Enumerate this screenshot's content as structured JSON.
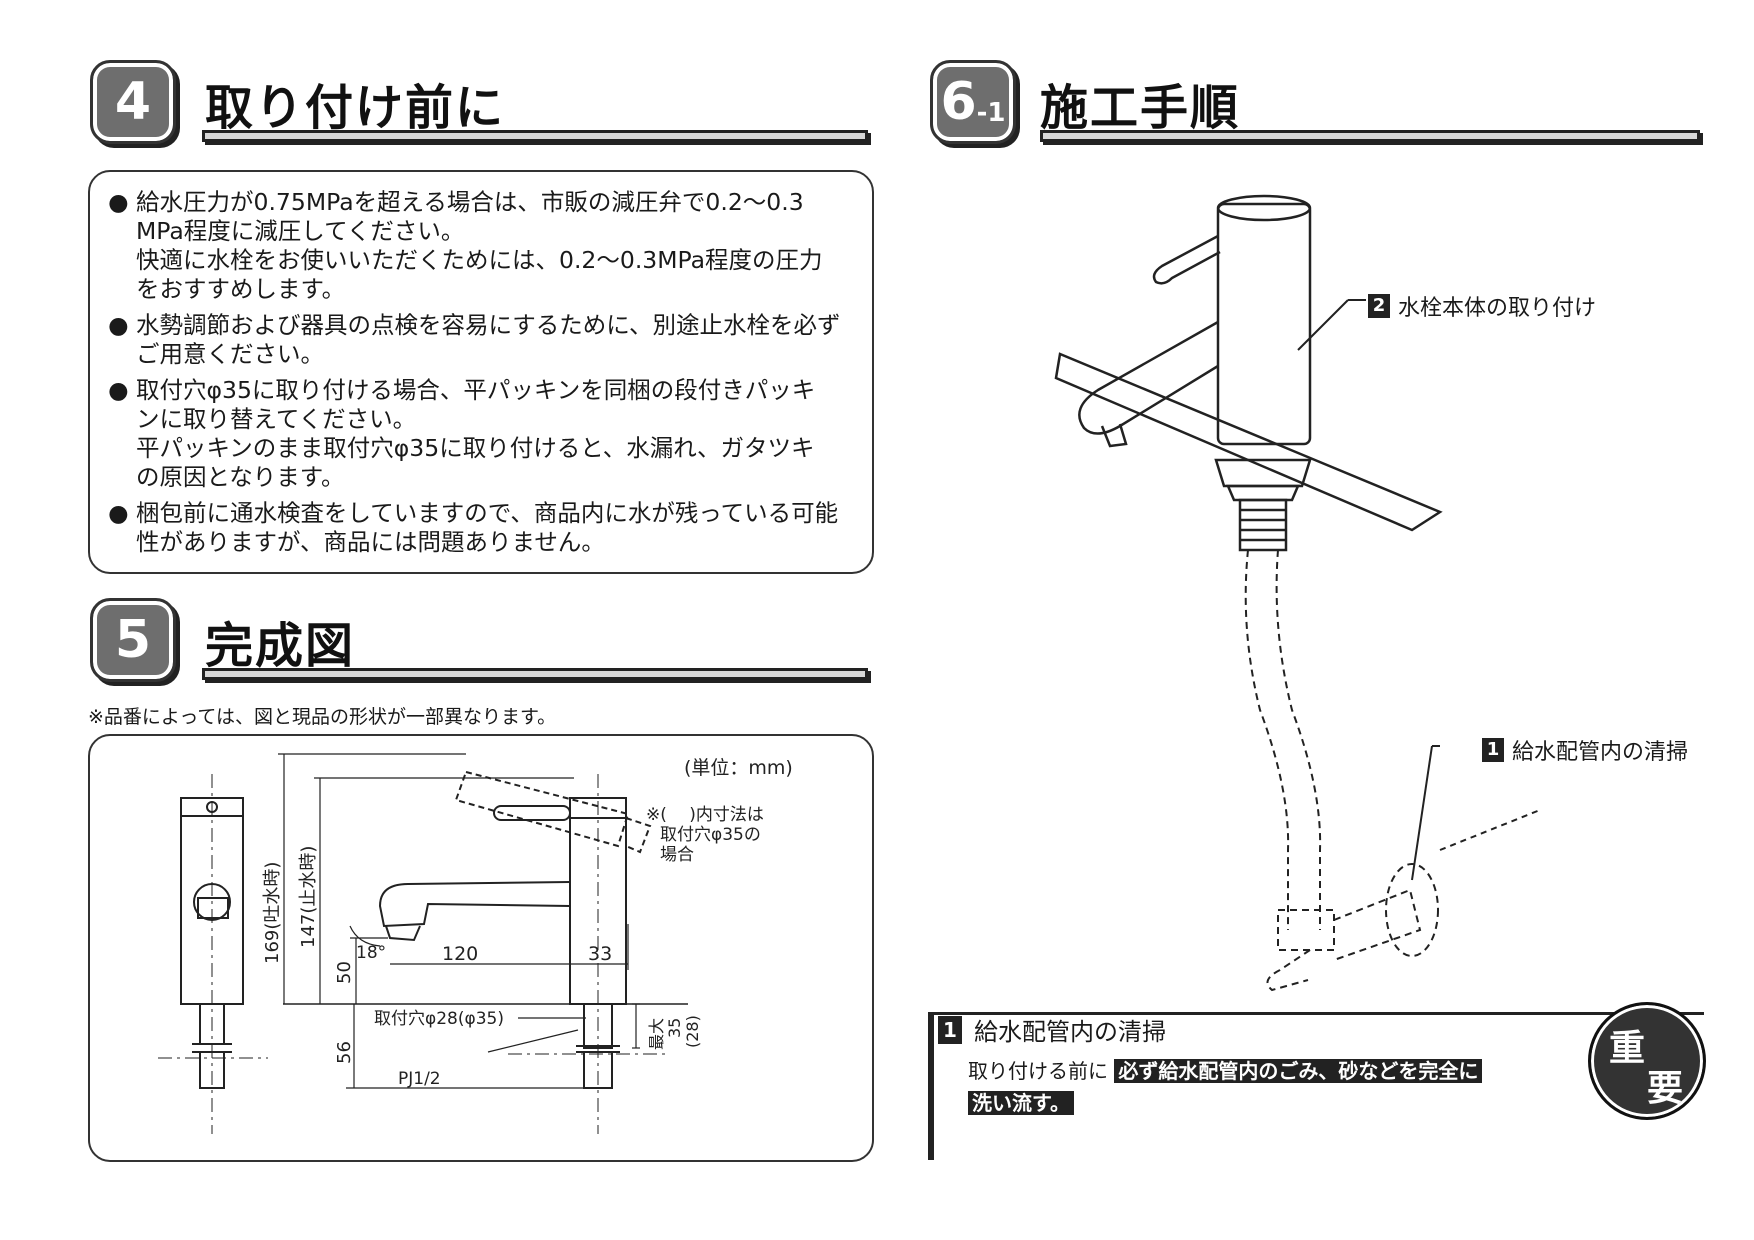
{
  "section4": {
    "number": "4",
    "title": "取り付け前に",
    "bullets": [
      {
        "lines": [
          "給水圧力が0.75MPaを超える場合は、市販の減圧弁で0.2〜0.3",
          "MPa程度に減圧してください。",
          "快適に水栓をお使いいただくためには、0.2〜0.3MPa程度の圧力",
          "をおすすめします。"
        ]
      },
      {
        "lines": [
          "水勢調節および器具の点検を容易にするために、別途止水栓を必ず",
          "ご用意ください。"
        ]
      },
      {
        "lines": [
          "取付穴φ35に取り付ける場合、平パッキンを同梱の段付きパッキ",
          "ンに取り替えてください。",
          "平パッキンのまま取付穴φ35に取り付けると、水漏れ、ガタツキ",
          "の原因となります。"
        ]
      },
      {
        "lines": [
          "梱包前に通水検査をしていますので、商品内に水が残っている可能",
          "性がありますが、商品には問題ありません。"
        ]
      }
    ],
    "bullet_mark": "●"
  },
  "section5": {
    "number": "5",
    "title": "完成図",
    "note": "※品番によっては、図と現品の形状が一部異なります。",
    "drawing": {
      "unit": "(単位：mm)",
      "inner_note": [
        "※(　 )内寸法は",
        "取付穴φ35の",
        "場合"
      ],
      "dims": {
        "d169": "169(吐水時)",
        "d147": "147(止水時)",
        "d50": "50",
        "d18": "18°",
        "d120": "120",
        "d33": "33",
        "d56": "56",
        "hole": "取付穴φ28(φ35)",
        "max_label": "最大",
        "max_val": "35",
        "max_paren": "(28)",
        "pj": "PJ1/2"
      }
    }
  },
  "section6": {
    "number": "6",
    "sub": "-1",
    "title": "施工手順",
    "callouts": [
      {
        "num": "2",
        "label": "水栓本体の取り付け"
      },
      {
        "num": "1",
        "label": "給水配管内の清掃"
      }
    ],
    "step1": {
      "num": "1",
      "title": "給水配管内の清掃",
      "prefix": "取り付ける前に",
      "highlight1": "必ず給水配管内のごみ、砂などを完全に",
      "highlight2": "洗い流す。"
    },
    "important": [
      "重",
      "要"
    ]
  }
}
